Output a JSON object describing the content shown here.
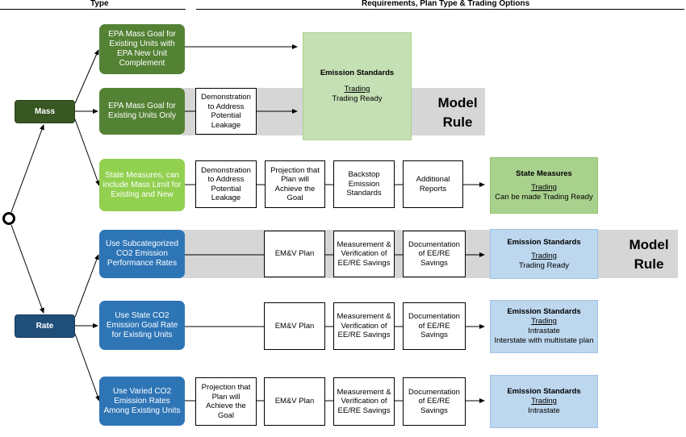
{
  "header": {
    "type_label": "Type",
    "requirements_label": "Requirements, Plan Type & Trading Options"
  },
  "model_rule": {
    "line1": "Model",
    "line2": "Rule"
  },
  "types": {
    "mass": "Mass",
    "rate": "Rate"
  },
  "options": {
    "mass_new_unit": "EPA Mass Goal for Existing Units with EPA New Unit Complement",
    "mass_existing_only": "EPA Mass Goal for Existing Units Only",
    "state_measures": "State Measures, can include Mass Limit for Existing and New",
    "rate_subcategorized": "Use Subcategorized CO2 Emission Performance Rates",
    "rate_state_goal": "Use State CO2 Emission Goal Rate for Existing Units",
    "rate_varied": "Use Varied CO2 Emission Rates Among Existing Units"
  },
  "requirements": {
    "demo_leakage": "Demonstration to Address Potential Leakage",
    "projection": "Projection that Plan will Achieve the Goal",
    "backstop": "Backstop Emission Standards",
    "additional_reports": "Additional Reports",
    "emv_plan": "EM&V Plan",
    "mv_eere": "Measurement & Verification of EE/RE Savings",
    "doc_eere": "Documentation of EE/RE Savings"
  },
  "results": {
    "mass_standards": {
      "title": "Emission Standards",
      "l1": "Trading",
      "l2": "Trading Ready"
    },
    "state_measures": {
      "title": "State Measures",
      "l1": "Trading",
      "l2": "Can be made Trading Ready"
    },
    "rate_subcat": {
      "title": "Emission Standards",
      "l1": "Trading",
      "l2": "Trading Ready"
    },
    "rate_state_goal": {
      "title": "Emission Standards",
      "l1": "Trading",
      "l2": "Intrastate",
      "l3": "Interstate with multistate plan"
    },
    "rate_varied": {
      "title": "Emission Standards",
      "l1": "Trading",
      "l2": "Intrastate"
    }
  },
  "colors": {
    "mass_type": "#385723",
    "rate_type": "#1f4e79",
    "mass_option": "#548235",
    "state_option": "#92d050",
    "rate_option": "#2e75b6",
    "band": "#d6d6d6",
    "result_green_light": "#c5e0b4",
    "result_green": "#a9d18e",
    "result_blue": "#bdd7ee"
  }
}
